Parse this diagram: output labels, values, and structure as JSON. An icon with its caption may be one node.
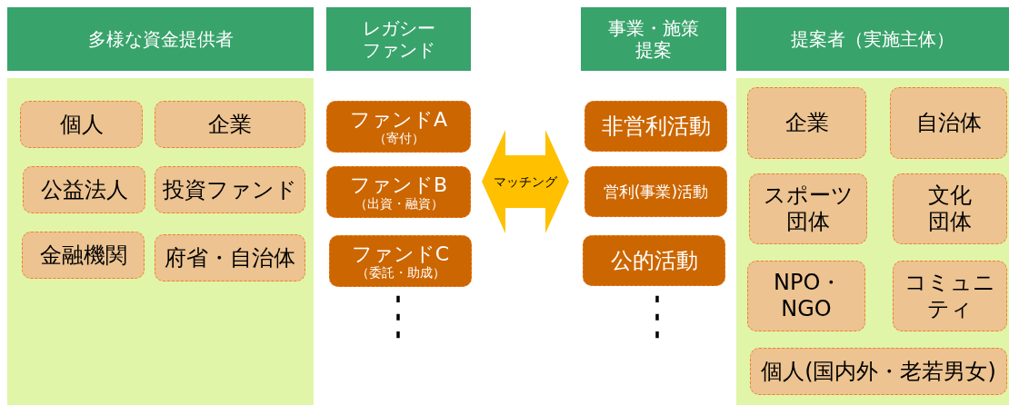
{
  "diagram": {
    "nodes": [
      {
        "text": [
          "多様な資金提供者"
        ]
      },
      {
        "text": [
          "レガシーファンド"
        ]
      },
      {
        "text": [
          "事業・施策提案"
        ]
      },
      {
        "text": [
          "提案者（実施主体）"
        ]
      },
      {
        "text": [],
        "shape": "box"
      },
      {
        "text": [
          "個人"
        ],
        "in": 4
      },
      {
        "text": [
          "企業"
        ],
        "in": 4
      },
      {
        "text": [
          "公益法人"
        ],
        "in": 4
      },
      {
        "text": [
          "投資ファンド"
        ],
        "in": 4
      },
      {
        "text": [
          "金融機関"
        ],
        "in": 4
      },
      {
        "text": [
          "府省・自治体"
        ],
        "in": 4
      },
      {
        "text": [
          "ファンドA",
          "（寄付）"
        ]
      },
      {
        "text": [
          "ファンドB",
          "（出資・融資）"
        ]
      },
      {
        "text": [
          "ファンドC",
          "（委託・助成）"
        ]
      },
      {
        "text": [
          "マッチング"
        ]
      },
      {
        "text": [
          "非営利活動"
        ]
      },
      {
        "text": [
          "営利(事業)活動"
        ]
      },
      {
        "text": [
          "公的活動"
        ]
      },
      {
        "text": [],
        "shape": "box"
      },
      {
        "text": [
          "企業"
        ],
        "in": 18
      },
      {
        "text": [
          "自治体"
        ],
        "in": 18
      },
      {
        "text": [
          "スポーツ団体"
        ],
        "in": 18
      },
      {
        "text": [
          "文化団体"
        ],
        "in": 18
      },
      {
        "text": [
          "NPO・NGO"
        ],
        "in": 18
      },
      {
        "text": [
          "コミュニティ"
        ],
        "in": 18
      },
      {
        "text": [
          "個人(国内外・老若男女)"
        ],
        "in": 18
      }
    ],
    "labels": [
      "⋮",
      "⋮"
    ]
  }
}
